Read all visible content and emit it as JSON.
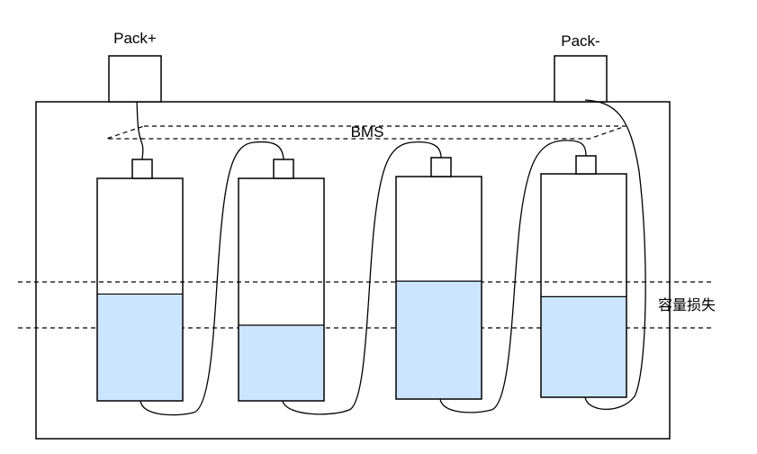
{
  "labels": {
    "pack_plus": "Pack+",
    "pack_minus": "Pack-",
    "bms": "BMS",
    "capacity_loss": "容量损失"
  },
  "colors": {
    "stroke": "#000000",
    "charge_fill": "#cce5ff",
    "background": "#ffffff"
  },
  "cells": [
    {
      "charge_level": 0.48
    },
    {
      "charge_level": 0.34
    },
    {
      "charge_level": 0.53
    },
    {
      "charge_level": 0.45
    }
  ]
}
